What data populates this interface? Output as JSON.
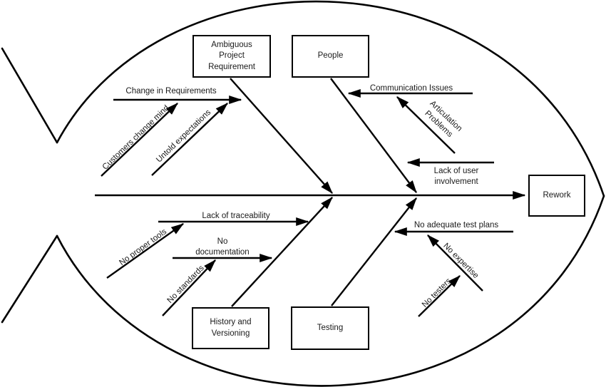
{
  "diagram_type": "fishbone",
  "colors": {
    "line": "#000000",
    "background": "#ffffff",
    "text": "#1a1a1a"
  },
  "effect": {
    "label": "Rework"
  },
  "categories": {
    "top_left": {
      "label": "Ambiguous Project Requirement"
    },
    "top_right": {
      "label": "People"
    },
    "bottom_left": {
      "label": "History and Versioning"
    },
    "bottom_right": {
      "label": "Testing"
    }
  },
  "causes": {
    "top_left": {
      "primary": "Change in Requirements",
      "sub": [
        "Customers change mind",
        "Untold expectations"
      ]
    },
    "top_right": {
      "primary_1": "Communication Issues",
      "sub_1": "Articulation Problems",
      "primary_2": "Lack of user involvement"
    },
    "bottom_left": {
      "primary_1": "Lack of traceability",
      "sub_1": "No proper tools",
      "primary_2": "No documentation",
      "sub_2": "No standards"
    },
    "bottom_right": {
      "primary": "No adequate test plans",
      "sub": "No expertise",
      "sub_sub": "No testers"
    }
  }
}
